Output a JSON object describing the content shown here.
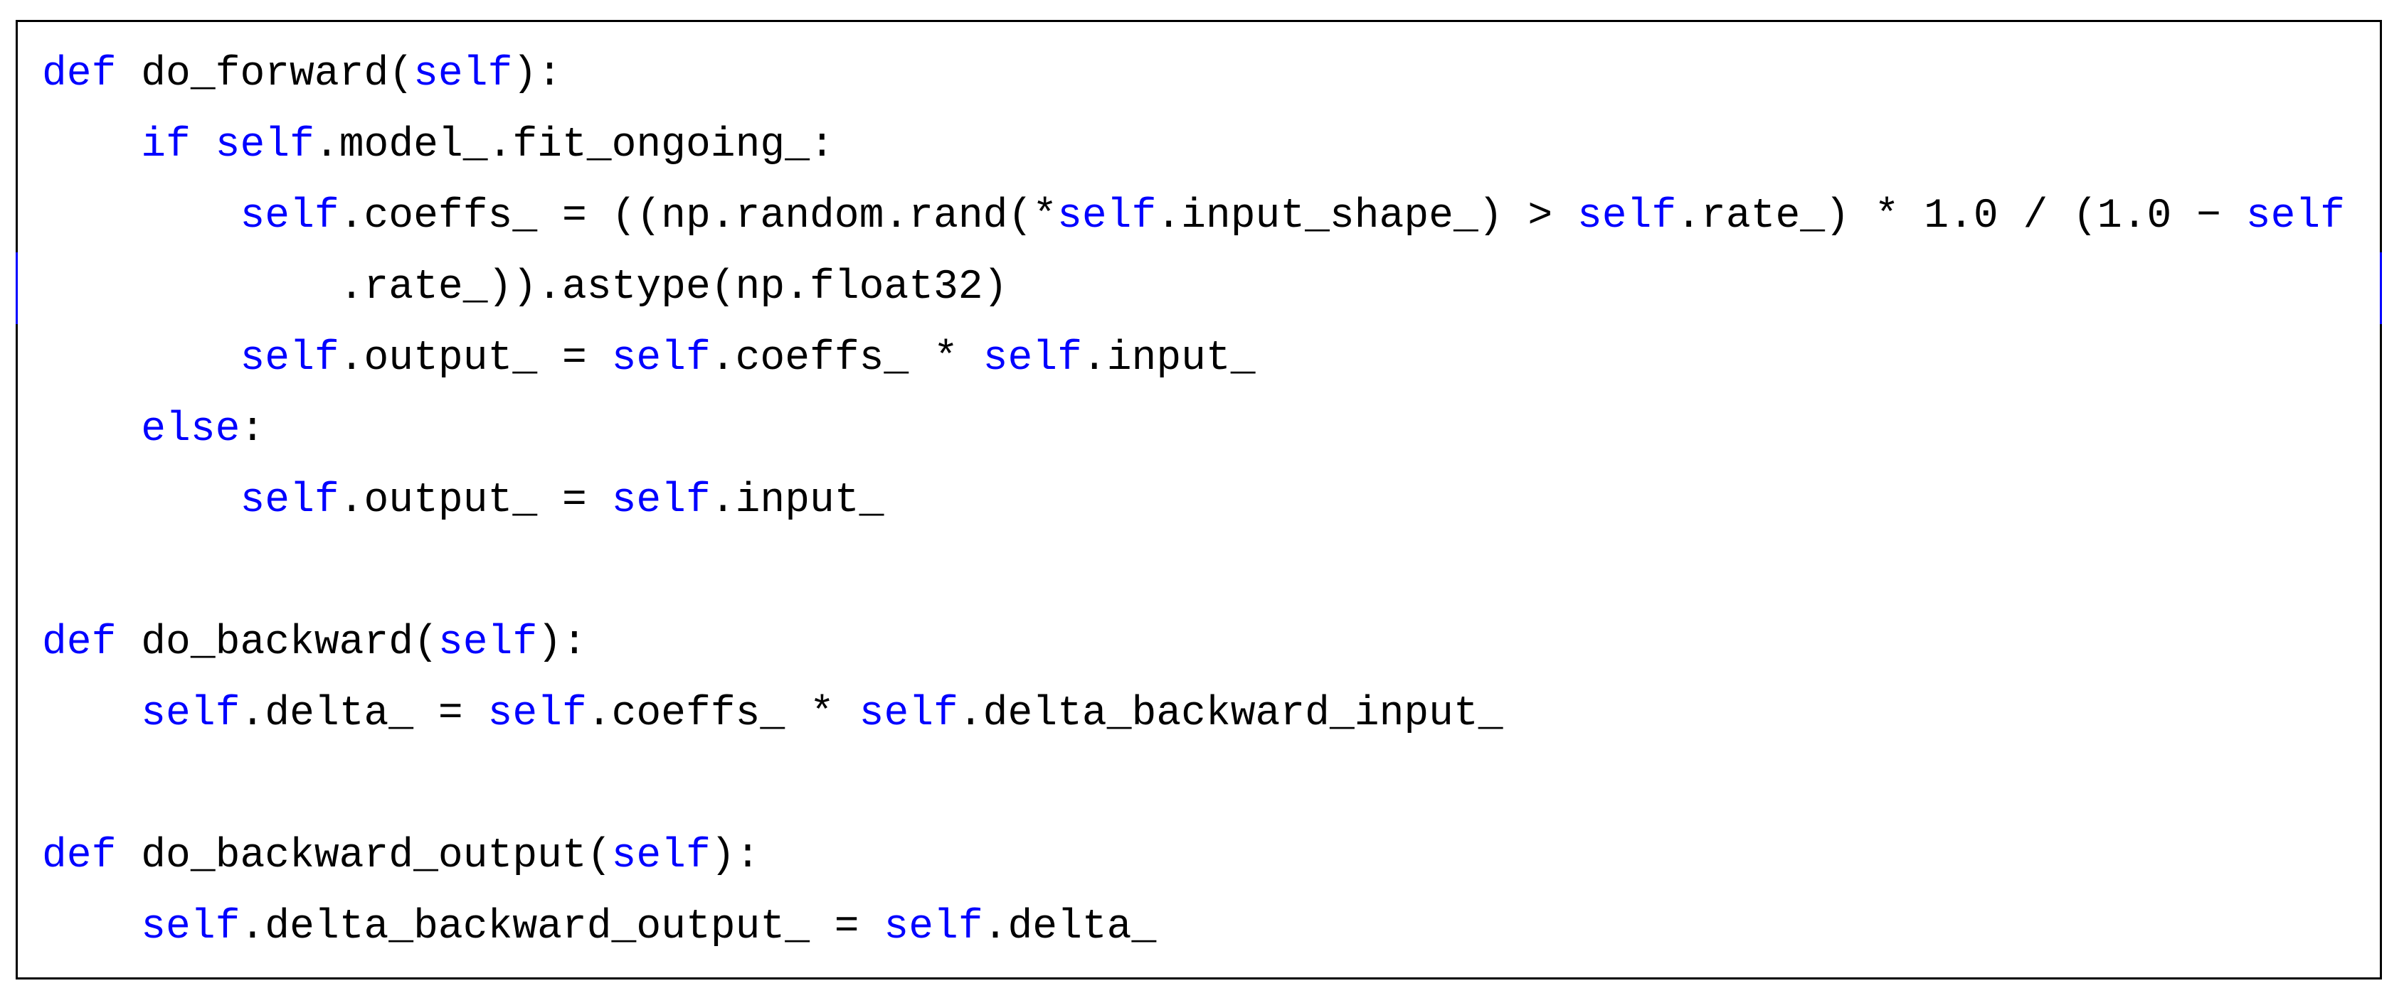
{
  "listing": {
    "language": "python",
    "keyword_color": "#0000ff",
    "text_color": "#000000",
    "frame_color": "#000000",
    "wrap_marker_color": "#0000ff",
    "lines": [
      {
        "segments": [
          {
            "type": "kw",
            "text": "def"
          },
          {
            "type": "code",
            "text": " do_forward("
          },
          {
            "type": "kw",
            "text": "self"
          },
          {
            "type": "code",
            "text": "):"
          }
        ]
      },
      {
        "segments": [
          {
            "type": "code",
            "text": "    "
          },
          {
            "type": "kw",
            "text": "if"
          },
          {
            "type": "code",
            "text": " "
          },
          {
            "type": "kw",
            "text": "self"
          },
          {
            "type": "code",
            "text": ".model_.fit_ongoing_:"
          }
        ]
      },
      {
        "segments": [
          {
            "type": "code",
            "text": "        "
          },
          {
            "type": "kw",
            "text": "self"
          },
          {
            "type": "code",
            "text": ".coeffs_ = ((np.random.rand(*"
          },
          {
            "type": "kw",
            "text": "self"
          },
          {
            "type": "code",
            "text": ".input_shape_) > "
          },
          {
            "type": "kw",
            "text": "self"
          },
          {
            "type": "code",
            "text": ".rate_) * 1.0 / (1.0 − "
          },
          {
            "type": "kw",
            "text": "self"
          }
        ]
      },
      {
        "segments": [
          {
            "type": "code",
            "text": "            .rate_)).astype(np.float32)"
          }
        ]
      },
      {
        "segments": [
          {
            "type": "code",
            "text": "        "
          },
          {
            "type": "kw",
            "text": "self"
          },
          {
            "type": "code",
            "text": ".output_ = "
          },
          {
            "type": "kw",
            "text": "self"
          },
          {
            "type": "code",
            "text": ".coeffs_ * "
          },
          {
            "type": "kw",
            "text": "self"
          },
          {
            "type": "code",
            "text": ".input_"
          }
        ]
      },
      {
        "segments": [
          {
            "type": "code",
            "text": "    "
          },
          {
            "type": "kw",
            "text": "else"
          },
          {
            "type": "code",
            "text": ":"
          }
        ]
      },
      {
        "segments": [
          {
            "type": "code",
            "text": "        "
          },
          {
            "type": "kw",
            "text": "self"
          },
          {
            "type": "code",
            "text": ".output_ = "
          },
          {
            "type": "kw",
            "text": "self"
          },
          {
            "type": "code",
            "text": ".input_"
          }
        ]
      },
      {
        "segments": []
      },
      {
        "segments": [
          {
            "type": "kw",
            "text": "def"
          },
          {
            "type": "code",
            "text": " do_backward("
          },
          {
            "type": "kw",
            "text": "self"
          },
          {
            "type": "code",
            "text": "):"
          }
        ]
      },
      {
        "segments": [
          {
            "type": "code",
            "text": "    "
          },
          {
            "type": "kw",
            "text": "self"
          },
          {
            "type": "code",
            "text": ".delta_ = "
          },
          {
            "type": "kw",
            "text": "self"
          },
          {
            "type": "code",
            "text": ".coeffs_ * "
          },
          {
            "type": "kw",
            "text": "self"
          },
          {
            "type": "code",
            "text": ".delta_backward_input_"
          }
        ]
      },
      {
        "segments": []
      },
      {
        "segments": [
          {
            "type": "kw",
            "text": "def"
          },
          {
            "type": "code",
            "text": " do_backward_output("
          },
          {
            "type": "kw",
            "text": "self"
          },
          {
            "type": "code",
            "text": "):"
          }
        ]
      },
      {
        "segments": [
          {
            "type": "code",
            "text": "    "
          },
          {
            "type": "kw",
            "text": "self"
          },
          {
            "type": "code",
            "text": ".delta_backward_output_ = "
          },
          {
            "type": "kw",
            "text": "self"
          },
          {
            "type": "code",
            "text": ".delta_"
          }
        ]
      }
    ]
  }
}
